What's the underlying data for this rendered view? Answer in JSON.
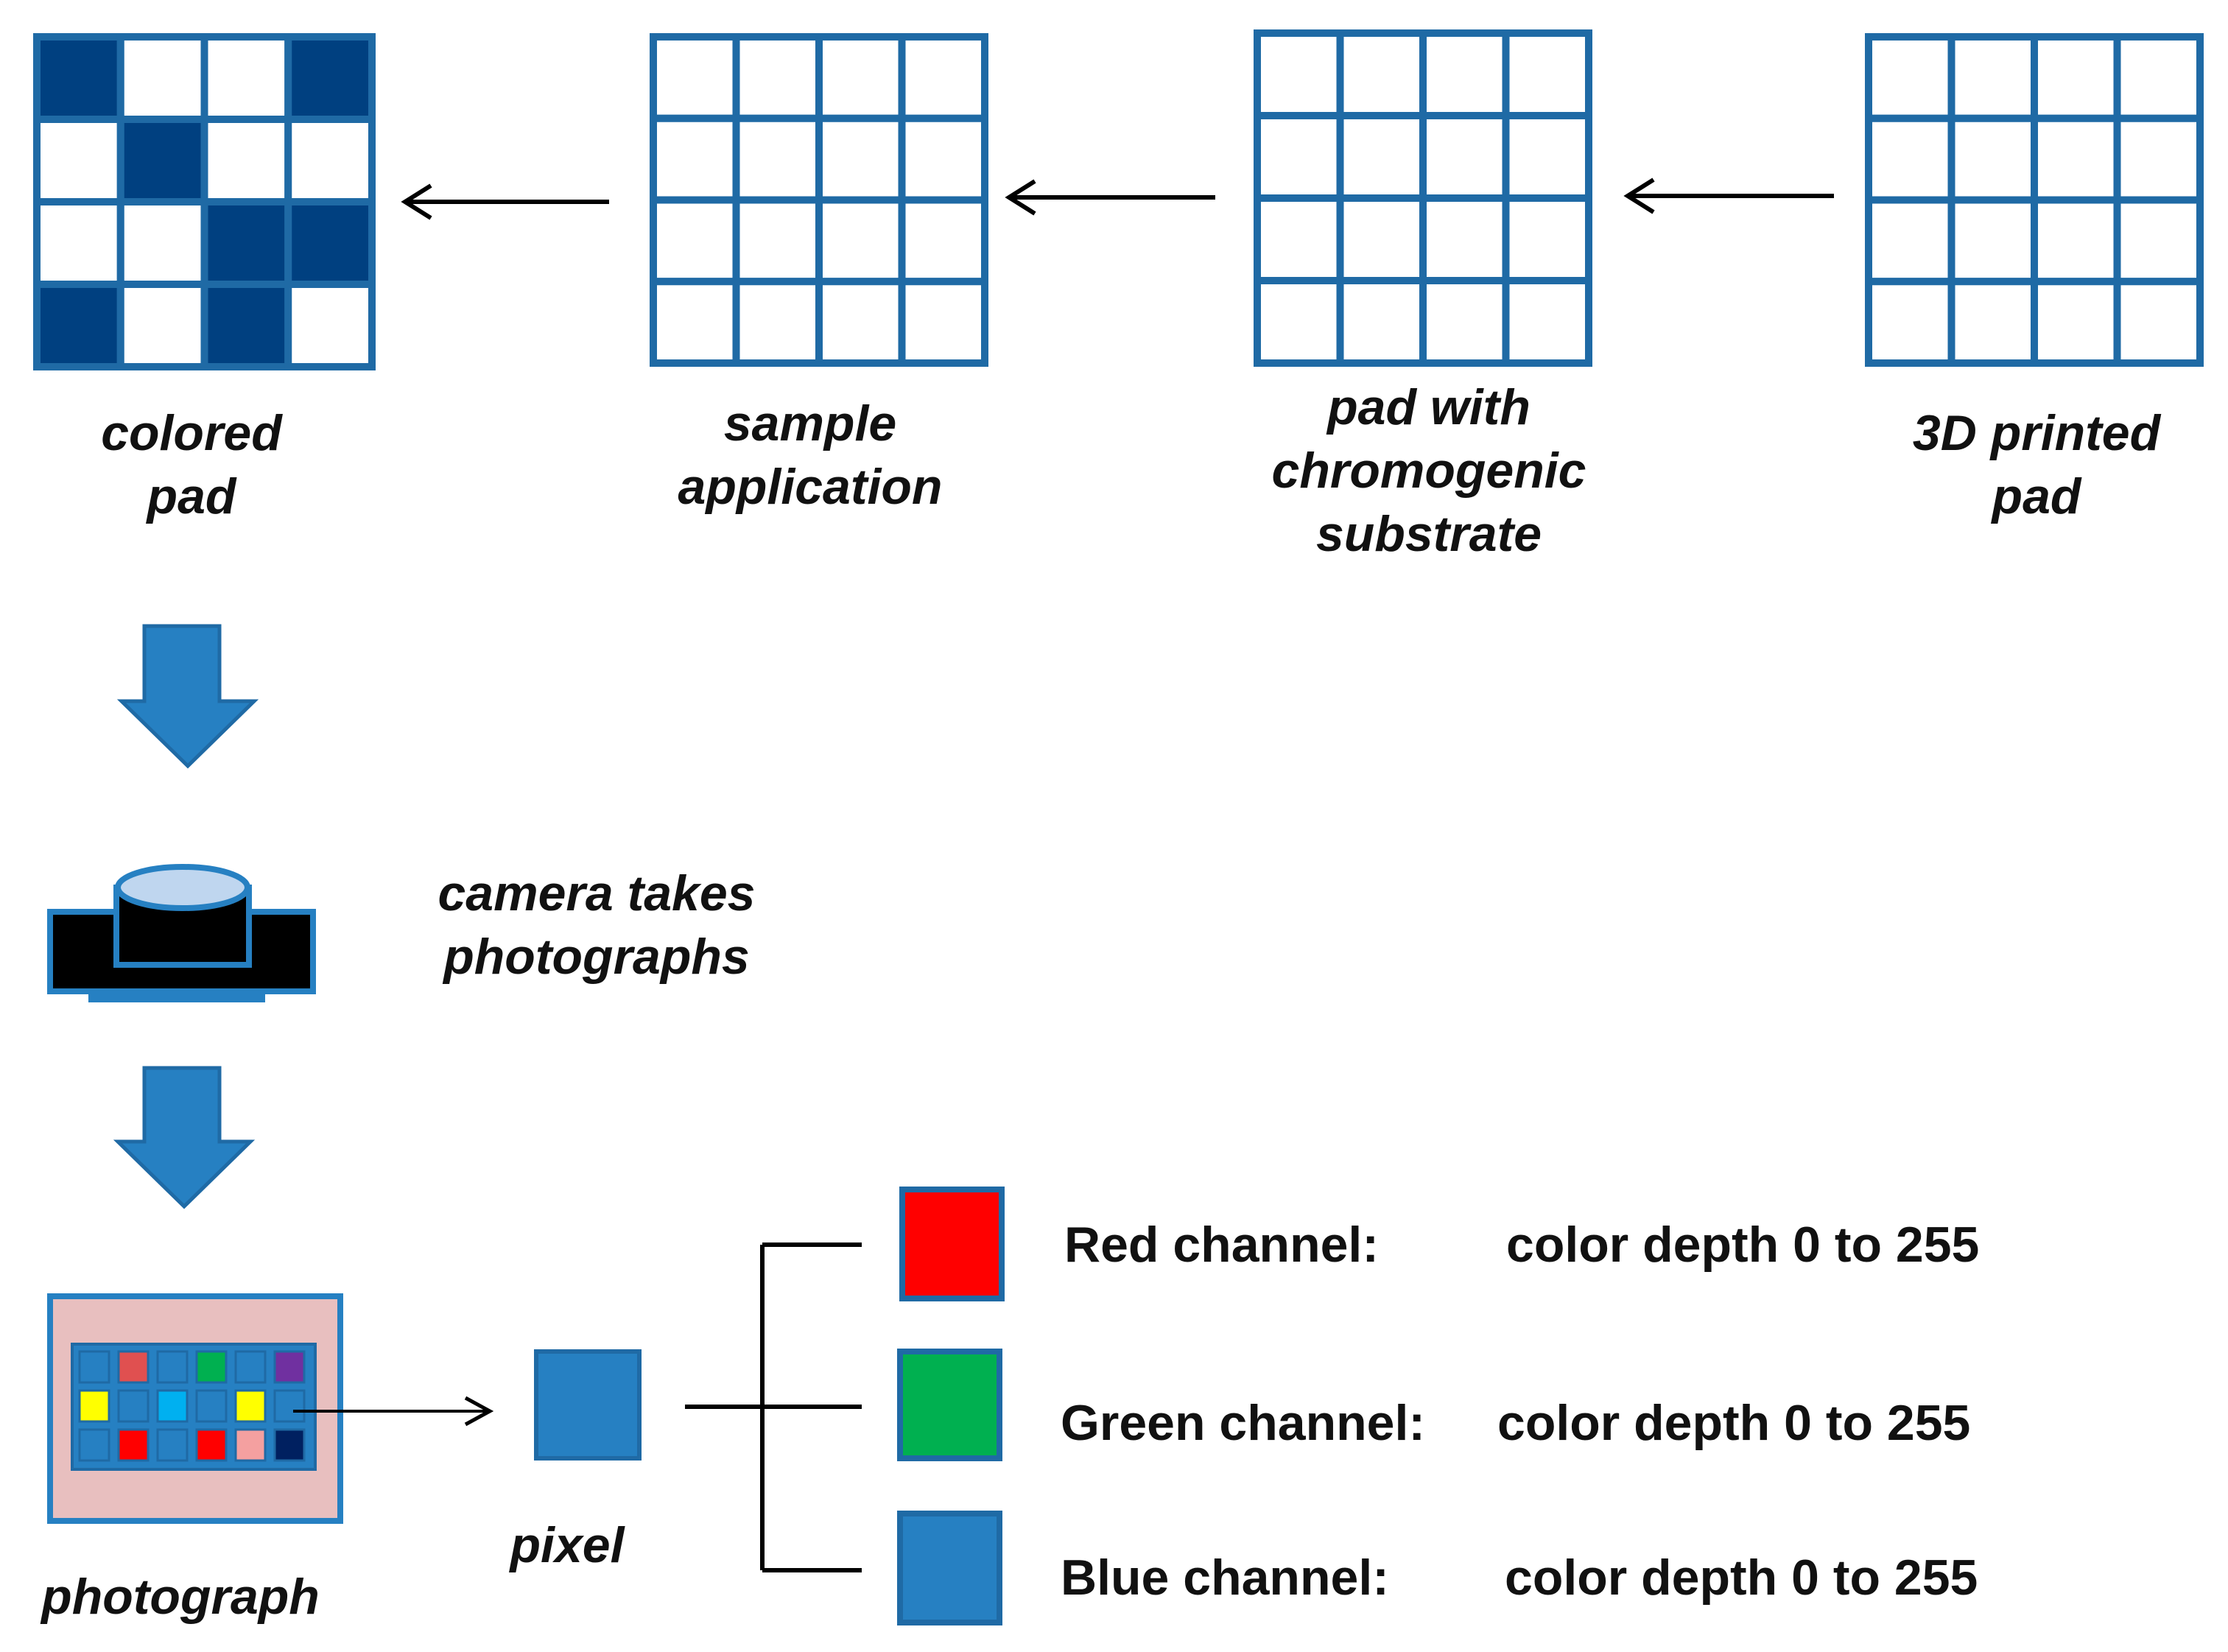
{
  "colors": {
    "blue": "#2680c2",
    "dark_blue": "#004080",
    "grid_line": "#1f6aa5",
    "red": "#ff0000",
    "green": "#00b050",
    "lens": "#bfd6ef",
    "photo_bg": "#e8bfbf"
  },
  "pads": {
    "colored": {
      "lines": [
        "colored",
        "pad"
      ]
    },
    "sample": {
      "lines": [
        "sample",
        "application"
      ]
    },
    "chromogenic": {
      "lines": [
        "pad with",
        "chromogenic",
        "substrate"
      ]
    },
    "printed": {
      "lines": [
        "3D printed",
        "pad"
      ]
    }
  },
  "colored_pad_fill": [
    [
      1,
      0,
      0,
      1
    ],
    [
      0,
      1,
      0,
      0
    ],
    [
      0,
      0,
      1,
      1
    ],
    [
      1,
      0,
      1,
      0
    ]
  ],
  "camera": {
    "lines": [
      "camera takes",
      "photographs"
    ]
  },
  "photograph": {
    "label": "photograph",
    "swatches": [
      [
        "#2680c2",
        "#e05050",
        "#2680c2",
        "#00b050",
        "#2680c2",
        "#7030a0"
      ],
      [
        "#ffff00",
        "#2680c2",
        "#00b0f0",
        "#2680c2",
        "#ffff00",
        "#2680c2"
      ],
      [
        "#2680c2",
        "#ff0000",
        "#2680c2",
        "#ff0000",
        "#f4a0a0",
        "#002060"
      ]
    ]
  },
  "pixel": {
    "label": "pixel"
  },
  "channels": [
    {
      "name": "Red channel:",
      "depth": "color depth 0 to 255",
      "color": "#ff0000"
    },
    {
      "name": "Green channel:",
      "depth": "color depth 0 to 255",
      "color": "#00b050"
    },
    {
      "name": "Blue channel:",
      "depth": "color depth 0 to 255",
      "color": "#2680c2"
    }
  ]
}
